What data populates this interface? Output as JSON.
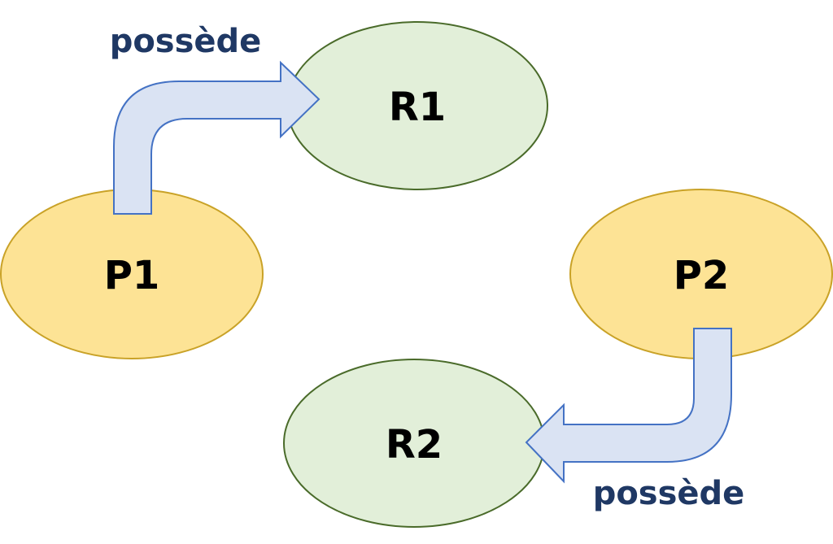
{
  "diagram": {
    "title": "",
    "nodes": [
      {
        "id": "P1",
        "label": "P1",
        "kind": "process",
        "fill": "#fde395",
        "stroke": "#c9a227"
      },
      {
        "id": "R1",
        "label": "R1",
        "kind": "resource",
        "fill": "#e2efd9",
        "stroke": "#4a6b2a"
      },
      {
        "id": "P2",
        "label": "P2",
        "kind": "process",
        "fill": "#fde395",
        "stroke": "#c9a227"
      },
      {
        "id": "R2",
        "label": "R2",
        "kind": "resource",
        "fill": "#e2efd9",
        "stroke": "#4a6b2a"
      }
    ],
    "edges": [
      {
        "from": "P1",
        "to": "R1",
        "label": "possède"
      },
      {
        "from": "P2",
        "to": "R2",
        "label": "possède"
      }
    ],
    "colors": {
      "arrow_fill": "#dae3f3",
      "arrow_stroke": "#4472c4",
      "edge_label": "#1f3864"
    }
  }
}
